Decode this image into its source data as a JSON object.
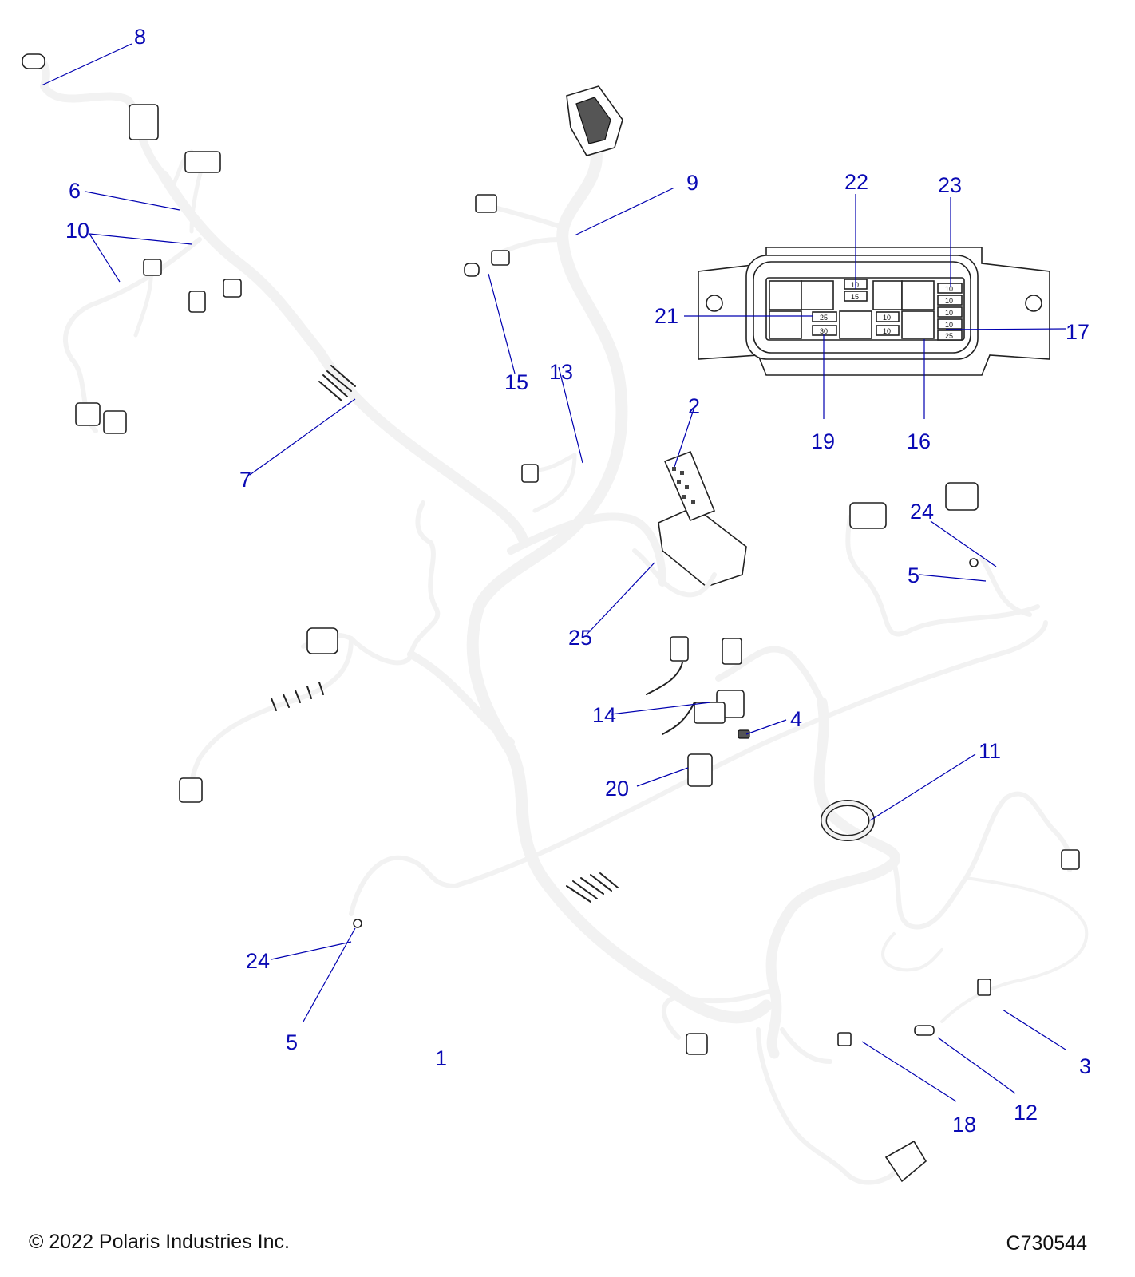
{
  "diagram": {
    "callouts": [
      "1",
      "2",
      "3",
      "4",
      "5",
      "5",
      "6",
      "7",
      "8",
      "9",
      "10",
      "11",
      "12",
      "13",
      "14",
      "15",
      "16",
      "17",
      "18",
      "19",
      "20",
      "21",
      "22",
      "23",
      "24",
      "24",
      "25"
    ],
    "fuse_box": {
      "fuse_values": [
        "10",
        "15",
        "10",
        "10",
        "10",
        "25",
        "30",
        "10",
        "10",
        "10",
        "25"
      ]
    }
  },
  "footer": {
    "copyright": "© 2022 Polaris Industries Inc.",
    "drawing_id": "C730544"
  }
}
